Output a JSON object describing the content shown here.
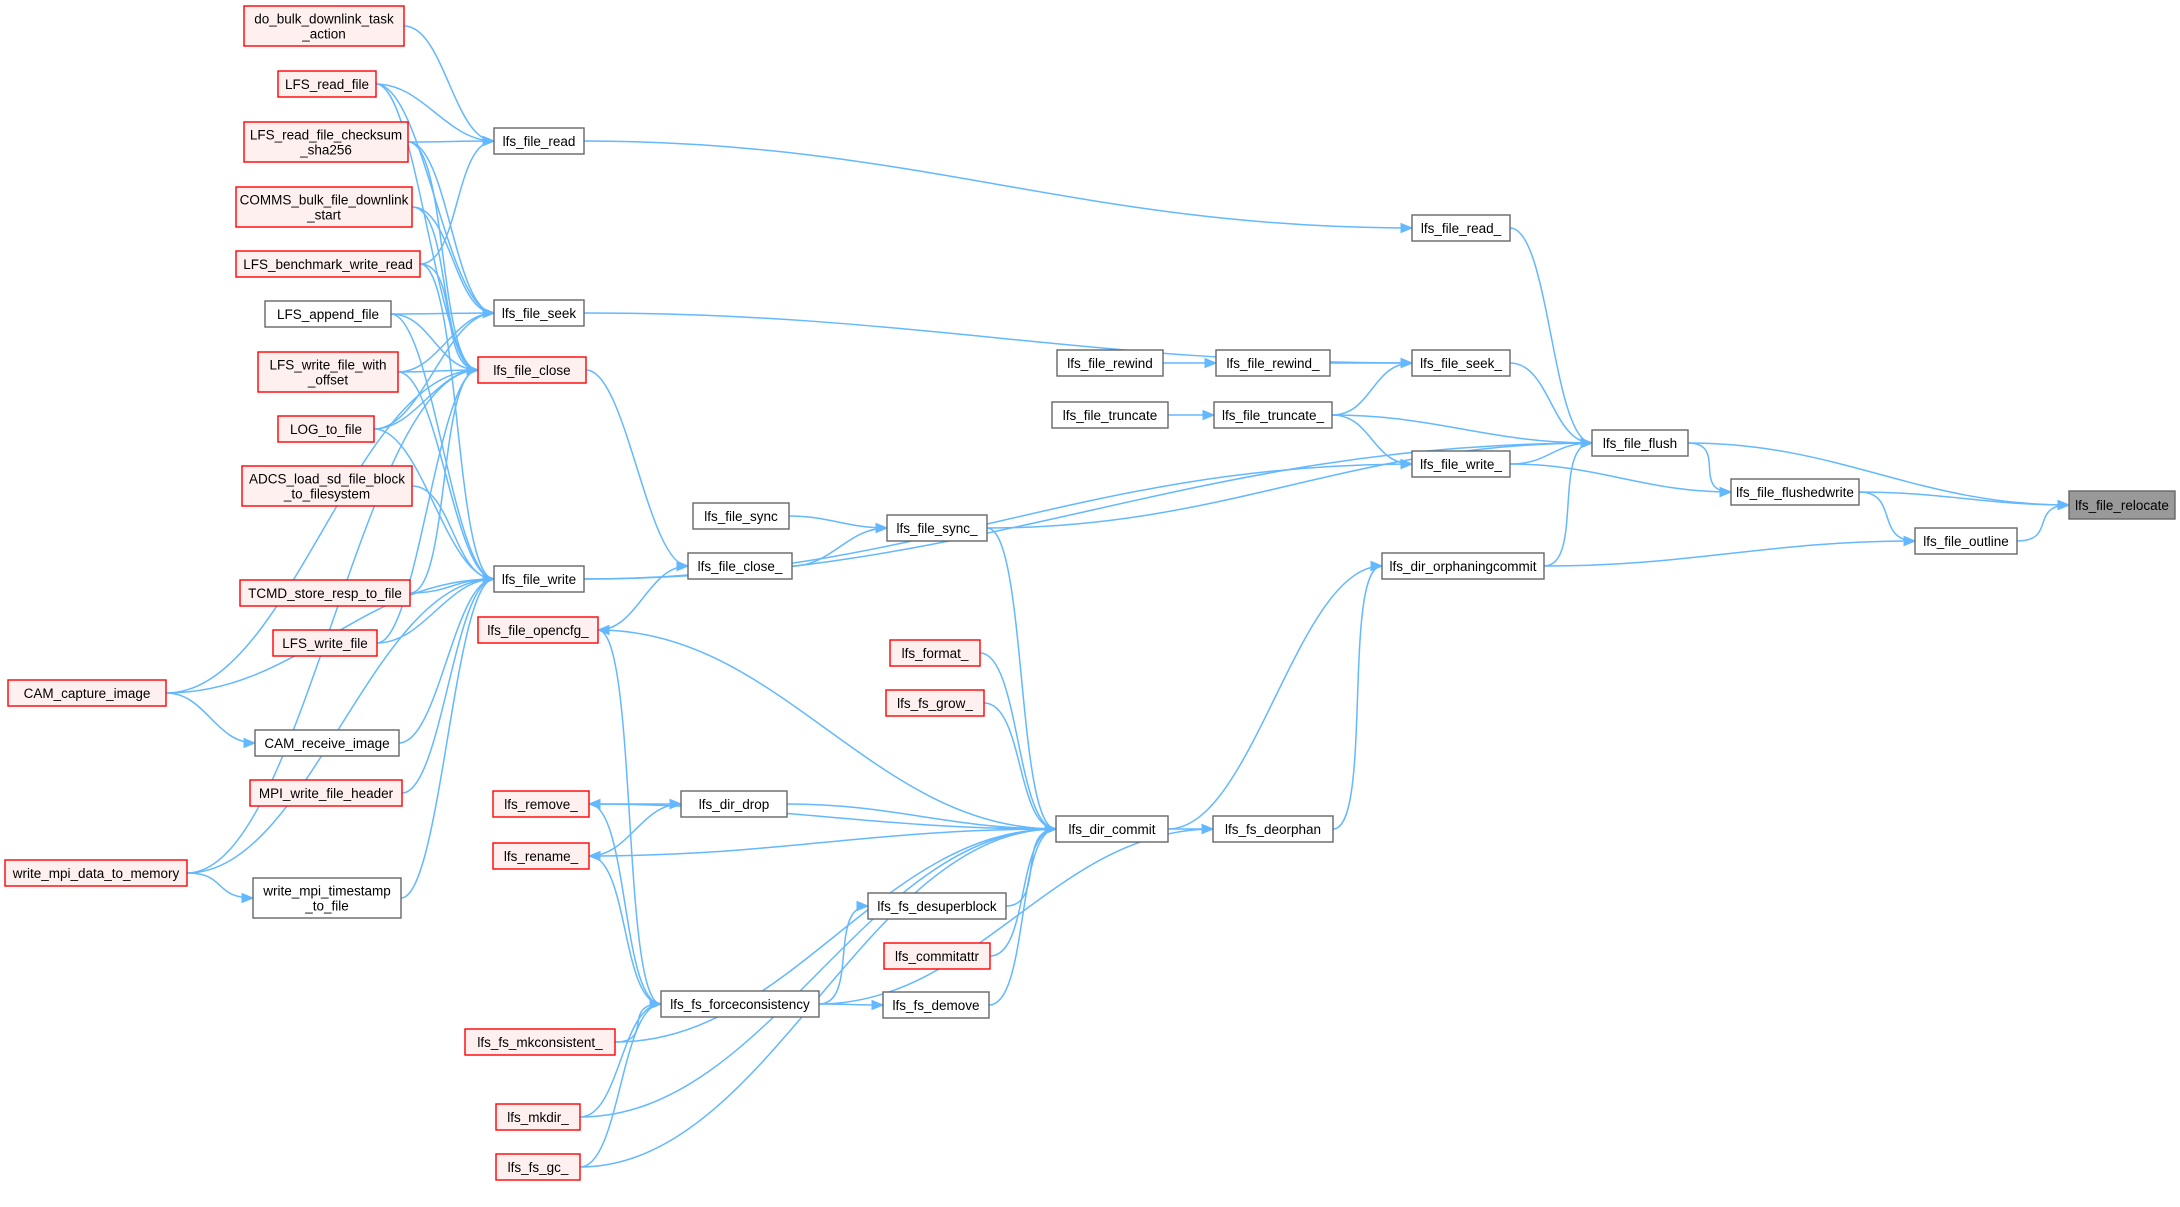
{
  "graph": {
    "type": "doxygen-caller-graph",
    "edge_color": "#63b8ff",
    "style_colors": {
      "gray_fill": "#ffffff",
      "gray_stroke": "#666666",
      "red_fill": "#fff0f0",
      "red_stroke": "#ff0000",
      "root_fill": "#999999"
    },
    "nodes": [
      {
        "id": "relocate",
        "lines": [
          "lfs_file_relocate"
        ],
        "style": "root"
      },
      {
        "id": "flush",
        "lines": [
          "lfs_file_flush"
        ],
        "style": "gray"
      },
      {
        "id": "flushedwrite",
        "lines": [
          "lfs_file_flushedwrite"
        ],
        "style": "gray"
      },
      {
        "id": "outline",
        "lines": [
          "lfs_file_outline"
        ],
        "style": "gray"
      },
      {
        "id": "orphaningcommit",
        "lines": [
          "lfs_dir_orphaningcommit"
        ],
        "style": "gray"
      },
      {
        "id": "read_",
        "lines": [
          "lfs_file_read_"
        ],
        "style": "gray"
      },
      {
        "id": "seek_",
        "lines": [
          "lfs_file_seek_"
        ],
        "style": "gray"
      },
      {
        "id": "write_",
        "lines": [
          "lfs_file_write_"
        ],
        "style": "gray"
      },
      {
        "id": "rewind_",
        "lines": [
          "lfs_file_rewind_"
        ],
        "style": "gray"
      },
      {
        "id": "rewind",
        "lines": [
          "lfs_file_rewind"
        ],
        "style": "gray"
      },
      {
        "id": "truncate_",
        "lines": [
          "lfs_file_truncate_"
        ],
        "style": "gray"
      },
      {
        "id": "truncate",
        "lines": [
          "lfs_file_truncate"
        ],
        "style": "gray"
      },
      {
        "id": "sync_",
        "lines": [
          "lfs_file_sync_"
        ],
        "style": "gray"
      },
      {
        "id": "sync",
        "lines": [
          "lfs_file_sync"
        ],
        "style": "gray"
      },
      {
        "id": "close_",
        "lines": [
          "lfs_file_close_"
        ],
        "style": "gray"
      },
      {
        "id": "deorphan",
        "lines": [
          "lfs_fs_deorphan"
        ],
        "style": "gray"
      },
      {
        "id": "commit",
        "lines": [
          "lfs_dir_commit"
        ],
        "style": "gray"
      },
      {
        "id": "read",
        "lines": [
          "lfs_file_read"
        ],
        "style": "gray"
      },
      {
        "id": "seek",
        "lines": [
          "lfs_file_seek"
        ],
        "style": "gray"
      },
      {
        "id": "close",
        "lines": [
          "lfs_file_close"
        ],
        "style": "red"
      },
      {
        "id": "write",
        "lines": [
          "lfs_file_write"
        ],
        "style": "gray"
      },
      {
        "id": "opencfg",
        "lines": [
          "lfs_file_opencfg_"
        ],
        "style": "red"
      },
      {
        "id": "format",
        "lines": [
          "lfs_format_"
        ],
        "style": "red"
      },
      {
        "id": "grow",
        "lines": [
          "lfs_fs_grow_"
        ],
        "style": "red"
      },
      {
        "id": "dirdrop",
        "lines": [
          "lfs_dir_drop"
        ],
        "style": "gray"
      },
      {
        "id": "remove",
        "lines": [
          "lfs_remove_"
        ],
        "style": "red"
      },
      {
        "id": "rename",
        "lines": [
          "lfs_rename_"
        ],
        "style": "red"
      },
      {
        "id": "desuperblock",
        "lines": [
          "lfs_fs_desuperblock"
        ],
        "style": "gray"
      },
      {
        "id": "commitattr",
        "lines": [
          "lfs_commitattr"
        ],
        "style": "red"
      },
      {
        "id": "demove",
        "lines": [
          "lfs_fs_demove"
        ],
        "style": "gray"
      },
      {
        "id": "forceconsistency",
        "lines": [
          "lfs_fs_forceconsistency"
        ],
        "style": "gray"
      },
      {
        "id": "mkconsistent",
        "lines": [
          "lfs_fs_mkconsistent_"
        ],
        "style": "red"
      },
      {
        "id": "mkdir",
        "lines": [
          "lfs_mkdir_"
        ],
        "style": "red"
      },
      {
        "id": "gc",
        "lines": [
          "lfs_fs_gc_"
        ],
        "style": "red"
      },
      {
        "id": "bulk_task",
        "lines": [
          "do_bulk_downlink_task",
          "_action"
        ],
        "style": "red"
      },
      {
        "id": "lfs_read_file",
        "lines": [
          "LFS_read_file"
        ],
        "style": "red"
      },
      {
        "id": "read_checksum",
        "lines": [
          "LFS_read_file_checksum",
          "_sha256"
        ],
        "style": "red"
      },
      {
        "id": "comms_bulk",
        "lines": [
          "COMMS_bulk_file_downlink",
          "_start"
        ],
        "style": "red"
      },
      {
        "id": "benchmark",
        "lines": [
          "LFS_benchmark_write_read"
        ],
        "style": "red"
      },
      {
        "id": "append",
        "lines": [
          "LFS_append_file"
        ],
        "style": "gray"
      },
      {
        "id": "write_offset",
        "lines": [
          "LFS_write_file_with",
          "_offset"
        ],
        "style": "red"
      },
      {
        "id": "log_to_file",
        "lines": [
          "LOG_to_file"
        ],
        "style": "red"
      },
      {
        "id": "adcs",
        "lines": [
          "ADCS_load_sd_file_block",
          "_to_filesystem"
        ],
        "style": "red"
      },
      {
        "id": "tcmd",
        "lines": [
          "TCMD_store_resp_to_file"
        ],
        "style": "red"
      },
      {
        "id": "lfs_write_file",
        "lines": [
          "LFS_write_file"
        ],
        "style": "red"
      },
      {
        "id": "cam_capture",
        "lines": [
          "CAM_capture_image"
        ],
        "style": "red"
      },
      {
        "id": "cam_receive",
        "lines": [
          "CAM_receive_image"
        ],
        "style": "gray"
      },
      {
        "id": "mpi_header",
        "lines": [
          "MPI_write_file_header"
        ],
        "style": "red"
      },
      {
        "id": "mpi_data",
        "lines": [
          "write_mpi_data_to_memory"
        ],
        "style": "red"
      },
      {
        "id": "mpi_ts",
        "lines": [
          "write_mpi_timestamp",
          "_to_file"
        ],
        "style": "gray"
      }
    ],
    "edges": [
      [
        "flush",
        "relocate"
      ],
      [
        "flushedwrite",
        "relocate"
      ],
      [
        "outline",
        "relocate"
      ],
      [
        "flush",
        "flushedwrite"
      ],
      [
        "flushedwrite",
        "outline"
      ],
      [
        "orphaningcommit",
        "outline"
      ],
      [
        "read_",
        "flush"
      ],
      [
        "seek_",
        "flush"
      ],
      [
        "truncate_",
        "flush"
      ],
      [
        "write_",
        "flush"
      ],
      [
        "sync_",
        "flush"
      ],
      [
        "write",
        "flush"
      ],
      [
        "orphaningcommit",
        "flush"
      ],
      [
        "write_",
        "flushedwrite"
      ],
      [
        "read",
        "read_"
      ],
      [
        "seek",
        "seek_"
      ],
      [
        "rewind_",
        "seek_"
      ],
      [
        "truncate_",
        "seek_"
      ],
      [
        "truncate_",
        "write_"
      ],
      [
        "write",
        "write_"
      ],
      [
        "rewind",
        "rewind_"
      ],
      [
        "truncate",
        "truncate_"
      ],
      [
        "sync",
        "sync_"
      ],
      [
        "close_",
        "sync_"
      ],
      [
        "close",
        "close_"
      ],
      [
        "opencfg",
        "close_"
      ],
      [
        "commit",
        "orphaningcommit"
      ],
      [
        "deorphan",
        "orphaningcommit"
      ],
      [
        "commit",
        "deorphan"
      ],
      [
        "sync_",
        "commit"
      ],
      [
        "opencfg",
        "commit"
      ],
      [
        "format",
        "commit"
      ],
      [
        "grow",
        "commit"
      ],
      [
        "dirdrop",
        "commit"
      ],
      [
        "remove",
        "commit"
      ],
      [
        "rename",
        "commit"
      ],
      [
        "desuperblock",
        "commit"
      ],
      [
        "commitattr",
        "commit"
      ],
      [
        "demove",
        "commit"
      ],
      [
        "mkconsistent",
        "commit"
      ],
      [
        "mkdir",
        "commit"
      ],
      [
        "gc",
        "commit"
      ],
      [
        "remove",
        "dirdrop"
      ],
      [
        "rename",
        "dirdrop"
      ],
      [
        "forceconsistency",
        "desuperblock"
      ],
      [
        "forceconsistency",
        "demove"
      ],
      [
        "forceconsistency",
        "deorphan"
      ],
      [
        "forceconsistency",
        "opencfg"
      ],
      [
        "forceconsistency",
        "remove"
      ],
      [
        "forceconsistency",
        "rename"
      ],
      [
        "mkconsistent",
        "forceconsistency"
      ],
      [
        "mkdir",
        "forceconsistency"
      ],
      [
        "gc",
        "forceconsistency"
      ],
      [
        "bulk_task",
        "read"
      ],
      [
        "lfs_read_file",
        "read"
      ],
      [
        "read_checksum",
        "read"
      ],
      [
        "benchmark",
        "read"
      ],
      [
        "lfs_read_file",
        "seek"
      ],
      [
        "read_checksum",
        "seek"
      ],
      [
        "comms_bulk",
        "seek"
      ],
      [
        "append",
        "seek"
      ],
      [
        "write_offset",
        "seek"
      ],
      [
        "log_to_file",
        "seek"
      ],
      [
        "lfs_read_file",
        "close"
      ],
      [
        "read_checksum",
        "close"
      ],
      [
        "comms_bulk",
        "close"
      ],
      [
        "benchmark",
        "close"
      ],
      [
        "append",
        "close"
      ],
      [
        "write_offset",
        "close"
      ],
      [
        "log_to_file",
        "close"
      ],
      [
        "tcmd",
        "close"
      ],
      [
        "lfs_write_file",
        "close"
      ],
      [
        "cam_capture",
        "close"
      ],
      [
        "mpi_data",
        "close"
      ],
      [
        "benchmark",
        "write"
      ],
      [
        "append",
        "write"
      ],
      [
        "write_offset",
        "write"
      ],
      [
        "log_to_file",
        "write"
      ],
      [
        "adcs",
        "write"
      ],
      [
        "tcmd",
        "write"
      ],
      [
        "lfs_write_file",
        "write"
      ],
      [
        "cam_capture",
        "write"
      ],
      [
        "cam_receive",
        "write"
      ],
      [
        "mpi_header",
        "write"
      ],
      [
        "mpi_data",
        "write"
      ],
      [
        "mpi_ts",
        "write"
      ],
      [
        "cam_capture",
        "cam_receive"
      ],
      [
        "mpi_data",
        "mpi_ts"
      ]
    ]
  }
}
